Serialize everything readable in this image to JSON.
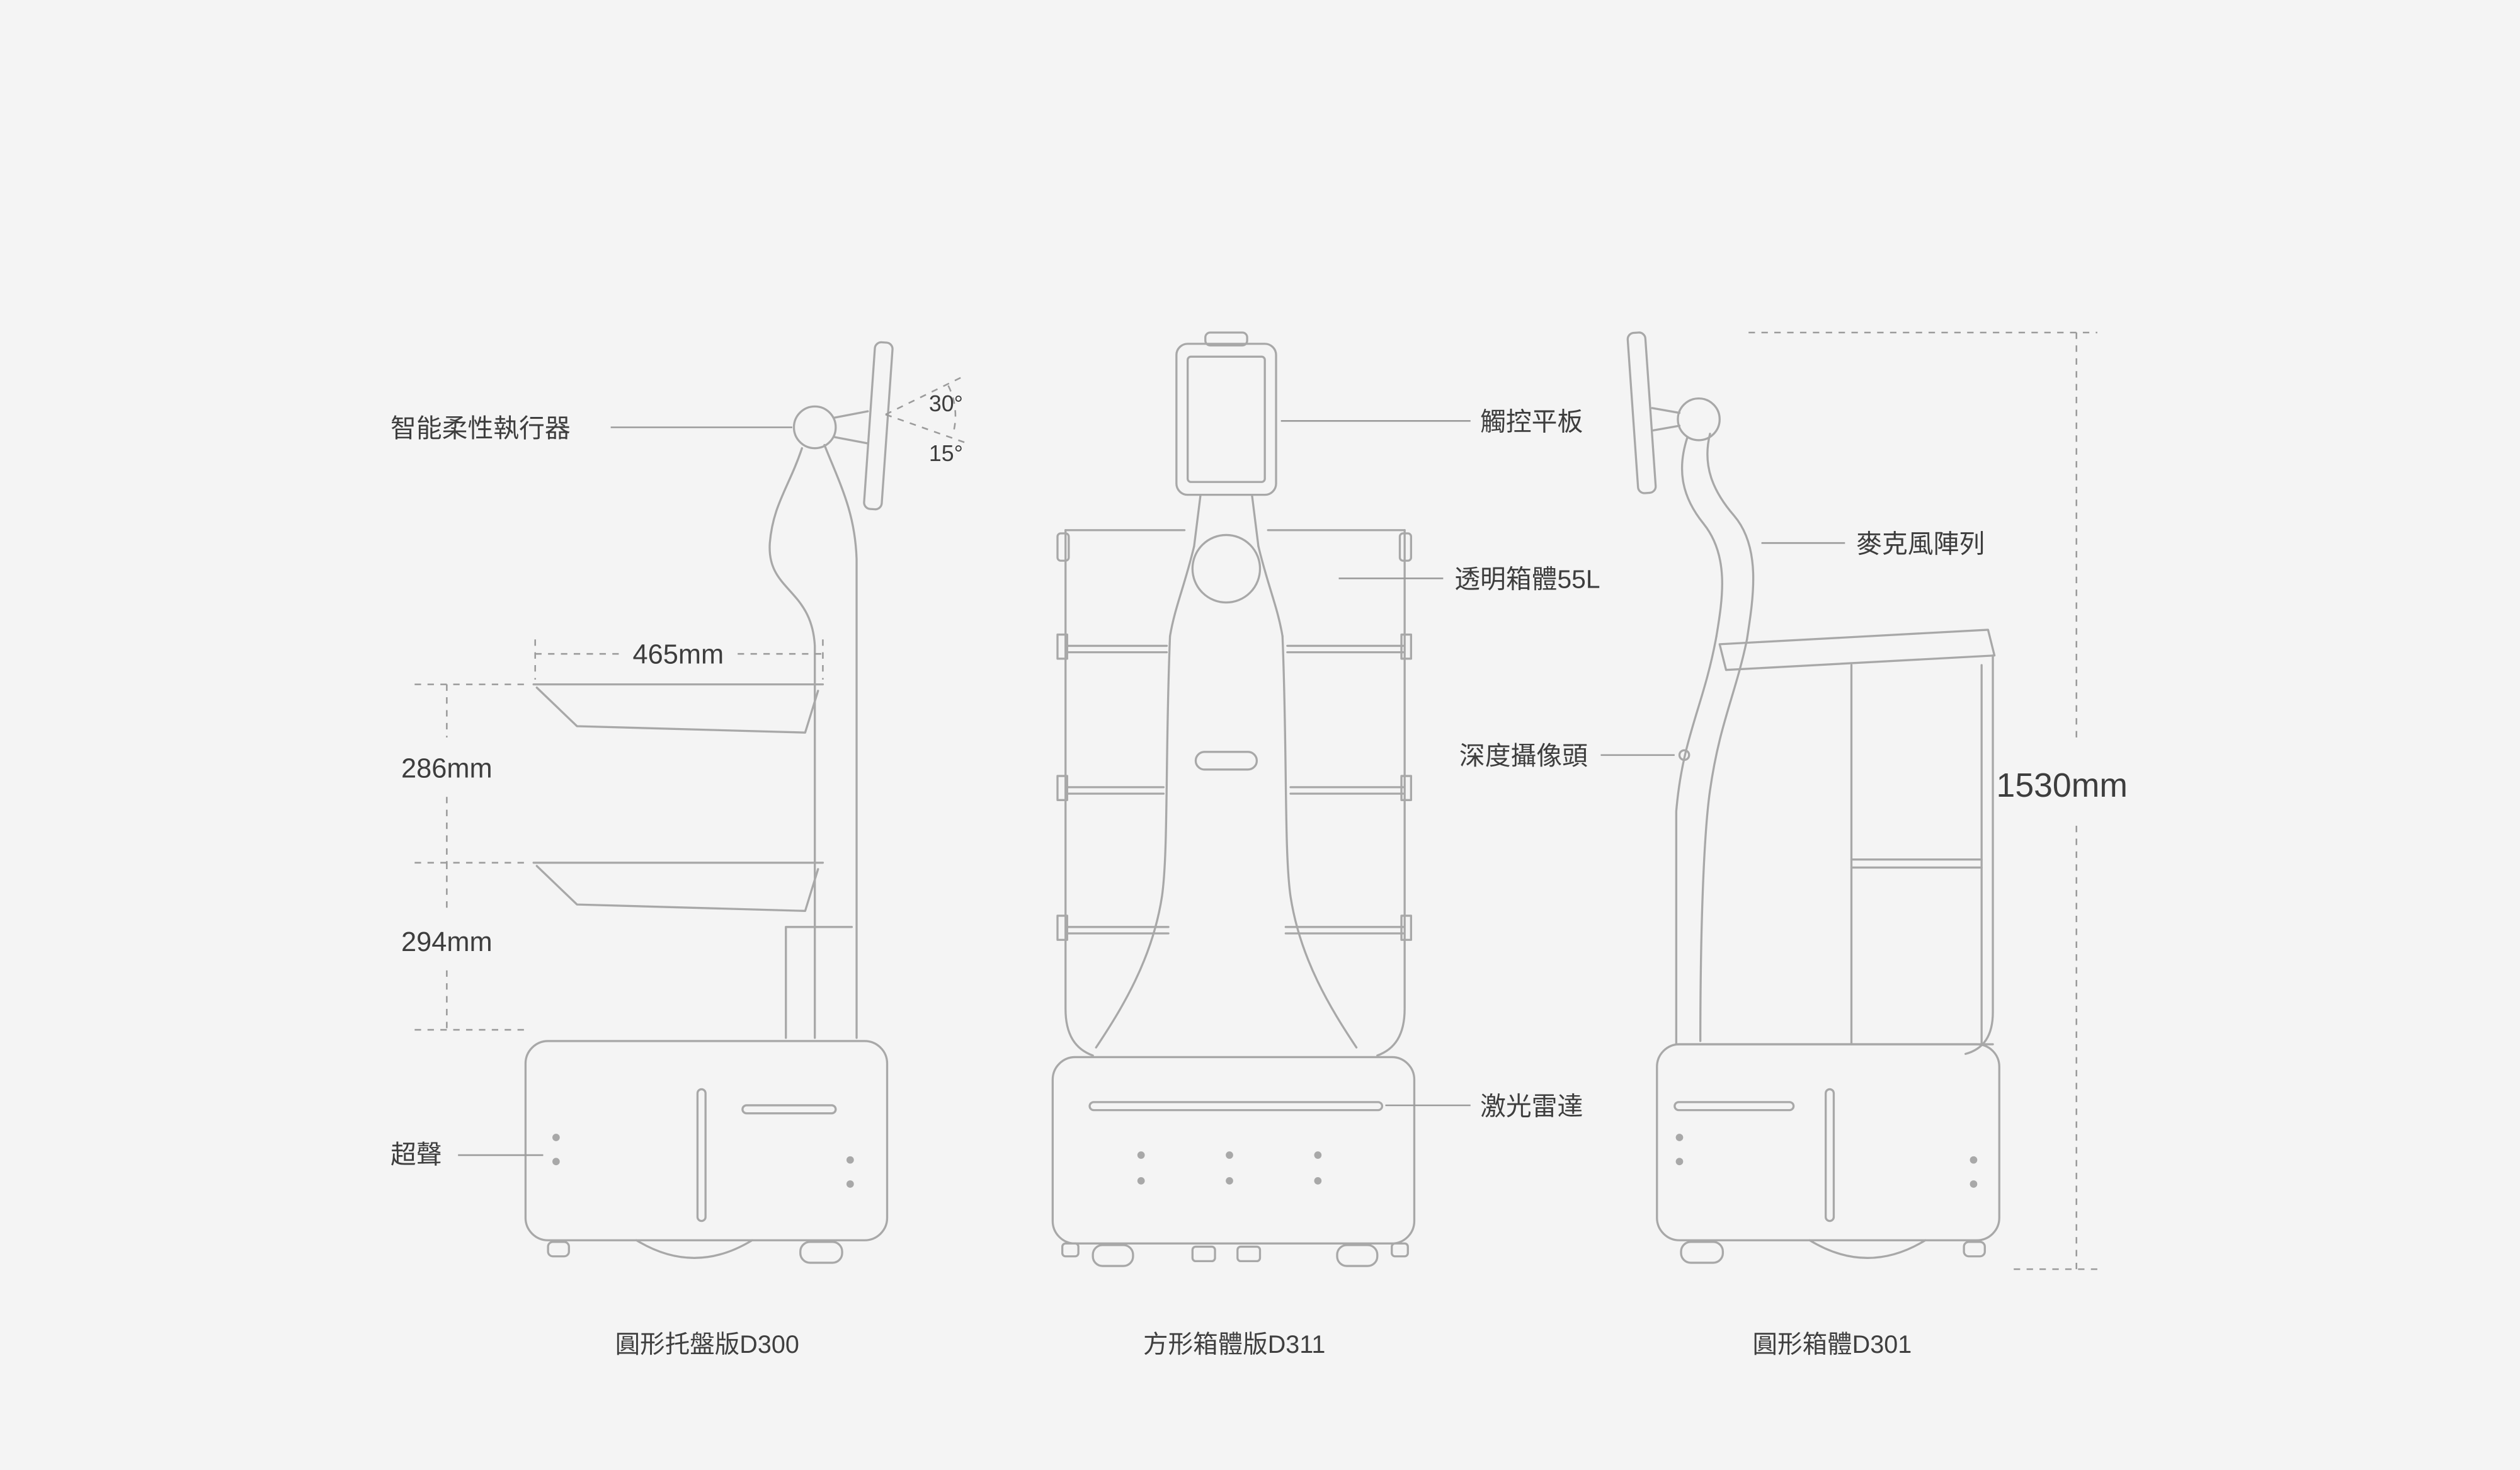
{
  "colors": {
    "background": "#f4f4f4",
    "line": "#a8a8a8",
    "dimension_line": "#9b9b9b",
    "text": "#3d3d3d"
  },
  "labels": {
    "actuator": "智能柔性執行器",
    "tilt_up": "30°",
    "tilt_down": "15°",
    "tray_width": "465mm",
    "spacing_upper": "286mm",
    "spacing_lower": "294mm",
    "ultrasonic": "超聲",
    "tablet": "觸控平板",
    "cabinet": "透明箱體55L",
    "depth_camera": "深度攝像頭",
    "lidar": "激光雷達",
    "mic_array": "麥克風陣列",
    "total_height": "1530mm"
  },
  "captions": {
    "d300": "圓形托盤版D300",
    "d311": "方形箱體版D311",
    "d301": "圓形箱體D301"
  }
}
